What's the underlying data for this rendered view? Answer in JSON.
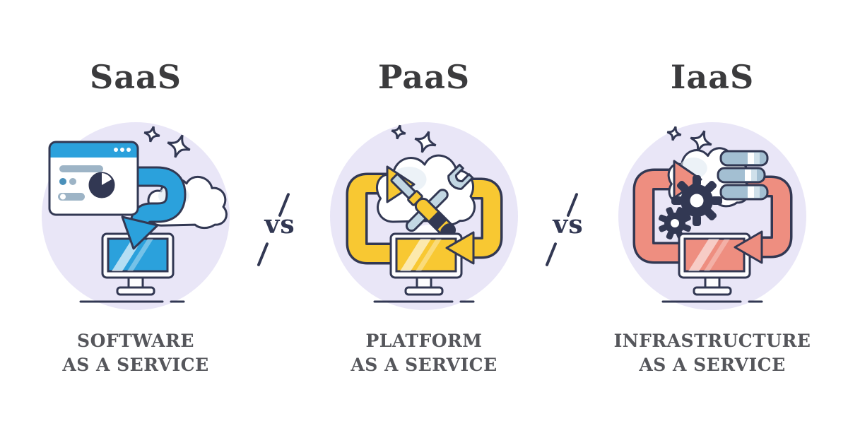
{
  "page_title": "SaaS vs PaaS vs IaaS",
  "columns": [
    {
      "key": "saas",
      "title": "SaaS",
      "caption_line1": "SOFTWARE",
      "caption_line2": "AS A SERVICE",
      "accent_color": "#2ba1dc",
      "illustration": "browser app delivered from cloud down into monitor",
      "icons": [
        "sparkles-icon",
        "cloud-icon",
        "browser-window-icon",
        "download-arrow-icon",
        "monitor-icon"
      ]
    },
    {
      "key": "paas",
      "title": "PaaS",
      "caption_line1": "PLATFORM",
      "caption_line2": "AS A SERVICE",
      "accent_color": "#f8c832",
      "illustration": "cloud with crossed screwdriver and wrench in a sync loop with monitor",
      "icons": [
        "sparkles-icon",
        "cloud-icon",
        "screwdriver-wrench-icon",
        "sync-loop-arrows-icon",
        "monitor-icon"
      ]
    },
    {
      "key": "iaas",
      "title": "IaaS",
      "caption_line1": "INFRASTRUCTURE",
      "caption_line2": "AS A SERVICE",
      "accent_color": "#ee8e80",
      "illustration": "cloud with server stack and gears in a sync loop with monitor",
      "icons": [
        "sparkles-icon",
        "cloud-icon",
        "server-stack-icon",
        "gears-icon",
        "sync-loop-arrows-icon",
        "monitor-icon"
      ]
    }
  ],
  "separators": [
    {
      "label": "vs"
    },
    {
      "label": "vs"
    }
  ],
  "colors": {
    "background": "#ffffff",
    "circle_background": "#e9e6f7",
    "outline": "#323853",
    "title_text": "#3b3b3d",
    "caption_text": "#55565b",
    "saas_blue": "#2ba1dc",
    "paas_yellow": "#f8c832",
    "iaas_salmon": "#ee8e80",
    "ui_gray_blue": "#9db4c6",
    "metal_gray": "#c2d7e3",
    "server_body": "#a3bfd2"
  }
}
